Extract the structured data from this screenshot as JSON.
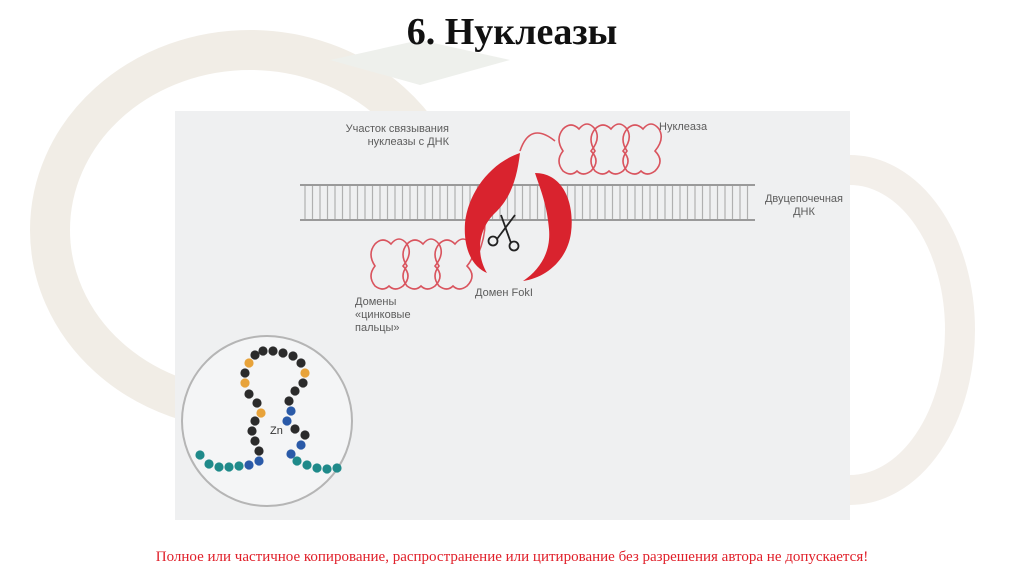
{
  "slide": {
    "title": "6. Нуклеазы",
    "footer_notice": "Полное или частичное копирование, распространение или цитирование без разрешения автора не допускается!"
  },
  "figure": {
    "labels": {
      "binding_site": "Участок связывания нуклеазы с ДНК",
      "nuclease": "Нуклеаза",
      "dsdna": "Двуцепочечная ДНК",
      "fokl_domain": "Домен FokI",
      "zinc_finger_domains": "Домены «цинковые пальцы»",
      "zinc": "Zn"
    },
    "colors": {
      "nuclease_outline": "#d9545e",
      "fokl_fill": "#d9232e",
      "dna_strand": "#9a9a9a",
      "bead_black": "#2b2b2b",
      "bead_orange": "#e8a33a",
      "bead_blue": "#2a5aa8",
      "bead_teal": "#1f8a8a",
      "notice": "#e0202a"
    },
    "icons": [
      "scissors-icon"
    ]
  }
}
